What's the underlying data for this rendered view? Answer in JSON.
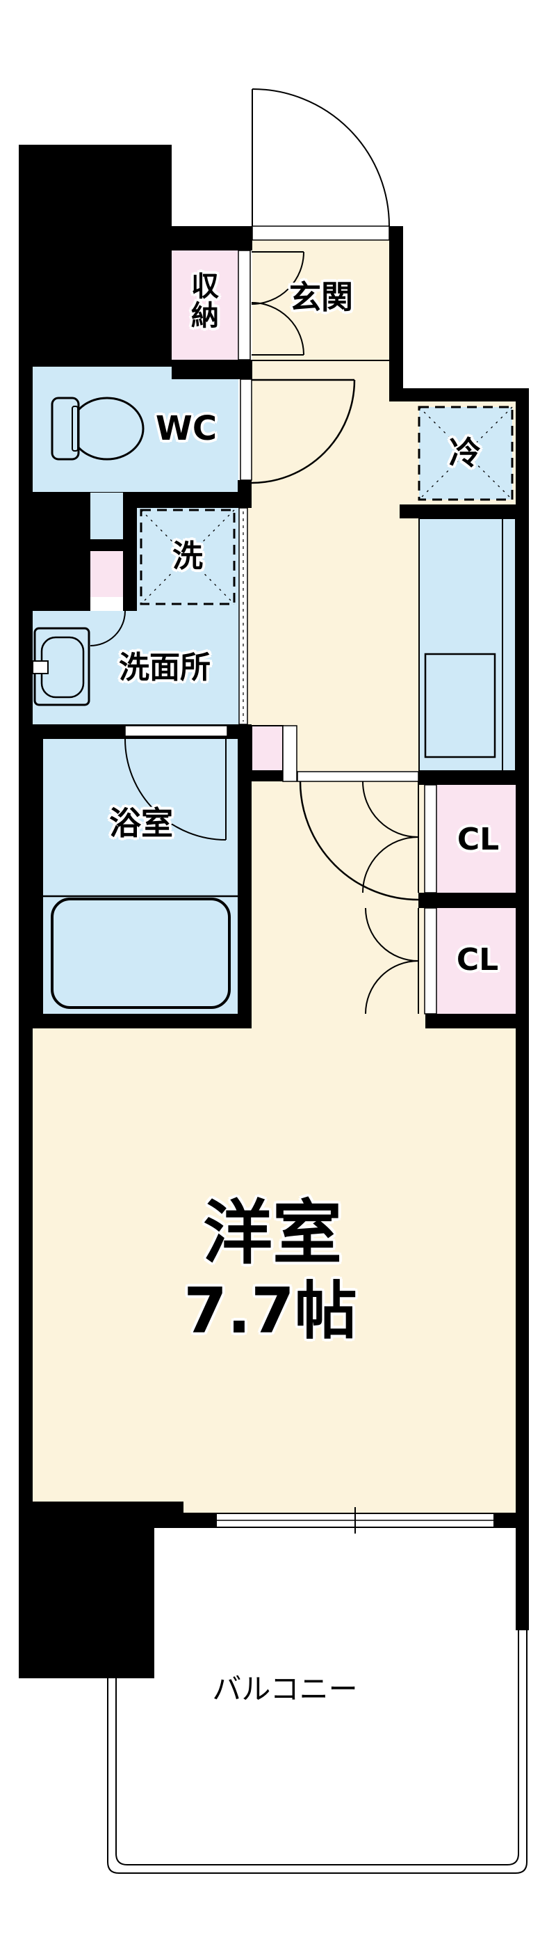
{
  "floor_plan": {
    "rooms": {
      "storage": {
        "label": "収納"
      },
      "entrance": {
        "label": "玄関"
      },
      "toilet": {
        "label": "WC"
      },
      "refrigerator_space": {
        "label": "冷"
      },
      "washer_space": {
        "label": "洗"
      },
      "washroom": {
        "label": "洗面所"
      },
      "bathroom": {
        "label": "浴室"
      },
      "closet_upper": {
        "label": "CL"
      },
      "closet_lower": {
        "label": "CL"
      },
      "western_room": {
        "label": "洋室",
        "area_label": "7.7帖"
      },
      "balcony": {
        "label": "バルコニー"
      }
    },
    "colors": {
      "floor_cream": "#FCF3DC",
      "wet_area_blue": "#CFE9F7",
      "storage_pink": "#FAE4F0",
      "wall": "#000000",
      "background": "#FFFFFF"
    }
  }
}
